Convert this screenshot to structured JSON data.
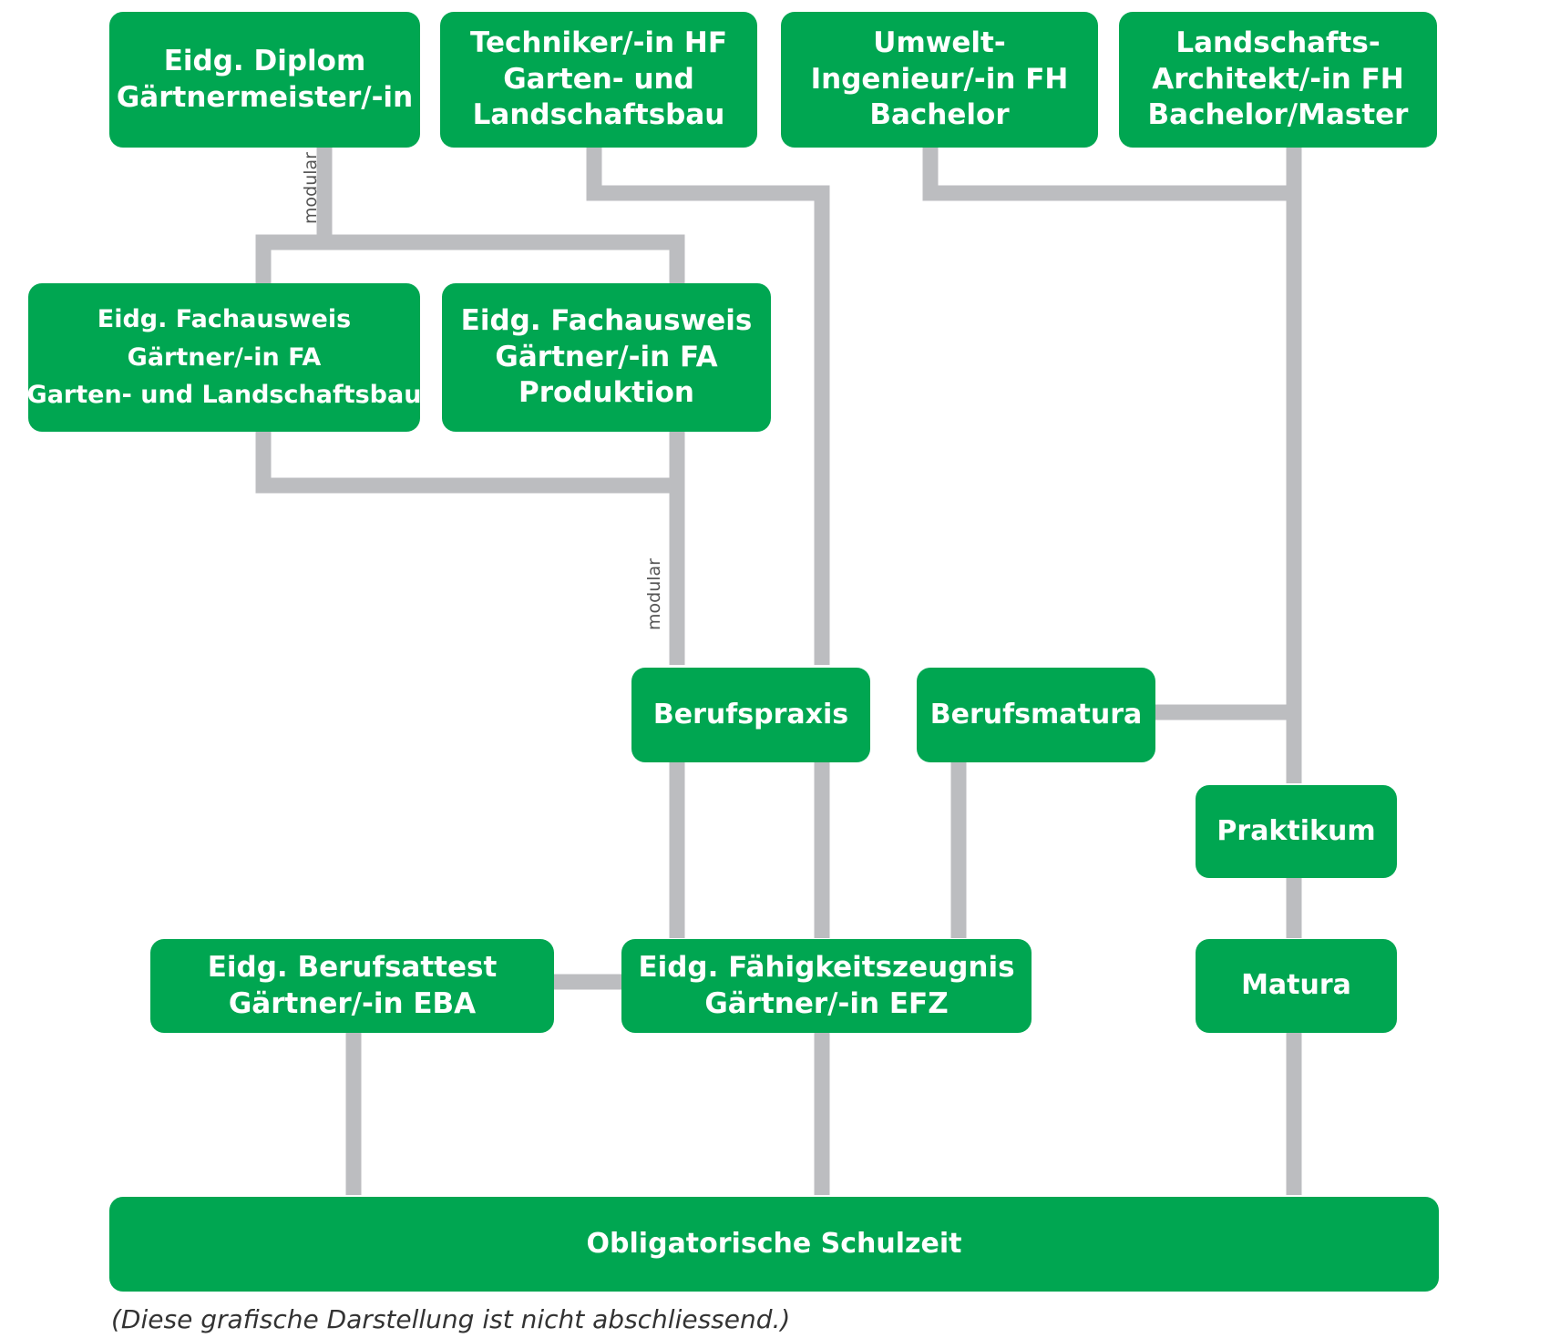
{
  "diagram": {
    "boxes": {
      "gaertnermeister": [
        "Eidg. Diplom",
        "Gärtnermeister/-in"
      ],
      "techniker": [
        "Techniker/-in HF",
        "Garten- und",
        "Landschaftsbau"
      ],
      "umweltingenieur": [
        "Umwelt-",
        "Ingenieur/-in FH",
        "Bachelor"
      ],
      "landschaftsarchitekt": [
        "Landschafts-",
        "Architekt/-in FH",
        "Bachelor/Master"
      ],
      "fa_gartenbau": [
        "Eidg. Fachausweis",
        "Gärtner/-in FA",
        "Garten- und Landschaftsbau"
      ],
      "fa_produktion": [
        "Eidg. Fachausweis",
        "Gärtner/-in FA",
        "Produktion"
      ],
      "berufspraxis": [
        "Berufspraxis"
      ],
      "berufsmatura": [
        "Berufsmatura"
      ],
      "praktikum": [
        "Praktikum"
      ],
      "eba": [
        "Eidg. Berufsattest",
        "Gärtner/-in EBA"
      ],
      "efz": [
        "Eidg. Fähigkeitszeugnis",
        "Gärtner/-in EFZ"
      ],
      "matura": [
        "Matura"
      ],
      "schulzeit": [
        "Obligatorische Schulzeit"
      ]
    },
    "modular_label_1": "modular",
    "modular_label_2": "modular",
    "colors": {
      "box": "#00a651",
      "connector": "#bcbdc0",
      "text": "#ffffff"
    }
  },
  "footnote": "(Diese grafische Darstellung ist nicht abschliessend.)"
}
